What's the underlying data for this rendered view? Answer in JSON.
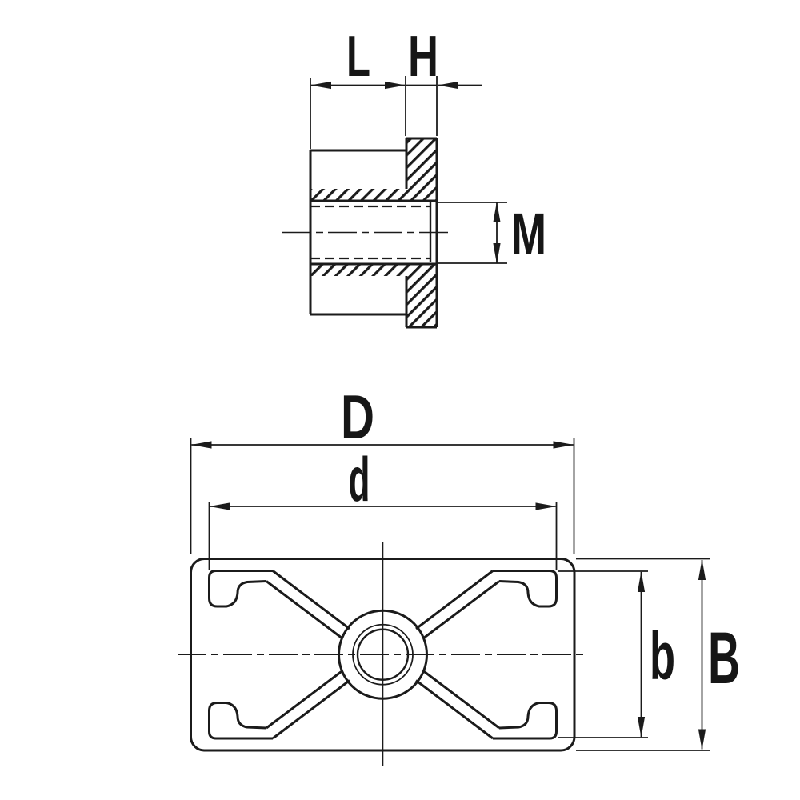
{
  "page": {
    "background_color": "#ffffff"
  },
  "drawing": {
    "stroke_color": "#1b1b1b",
    "dimension_labels": {
      "sleeve_length": "L",
      "flange_thickness": "H",
      "thread_size": "M",
      "outer_width": "D",
      "inner_width": "d",
      "inner_height": "b",
      "outer_height": "B"
    }
  }
}
